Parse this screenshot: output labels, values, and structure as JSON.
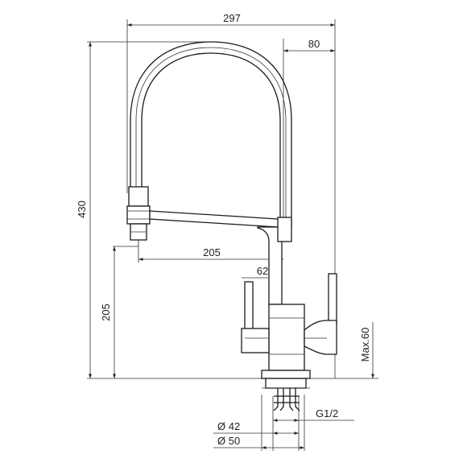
{
  "dimensions": {
    "total_width": "297",
    "head_offset": "80",
    "total_height": "430",
    "spout_reach": "205",
    "spout_height": "205",
    "side_offset": "62",
    "thread": "G1/2",
    "hole_min": "Ø 42",
    "hole_max": "Ø 50",
    "deck_max": "Max.60"
  }
}
